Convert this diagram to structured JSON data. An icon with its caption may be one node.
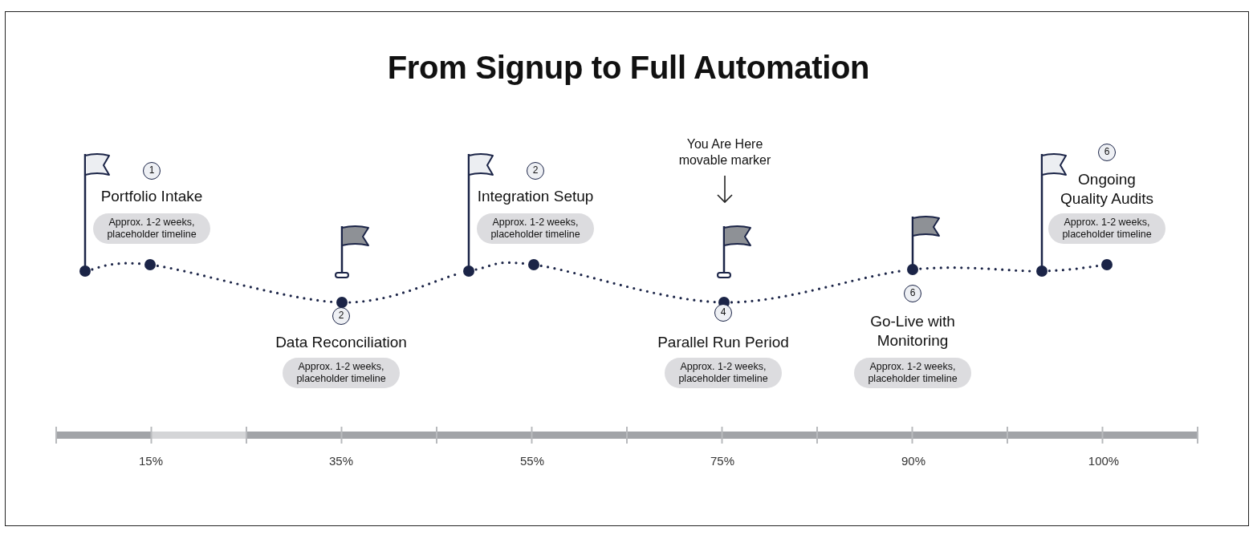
{
  "diagram": {
    "title": "From Signup to Full Automation",
    "nodes": [
      {
        "text": [
          "1"
        ],
        "beside": [
          "Portfolio Intake"
        ]
      },
      {
        "text": [
          "Approx. 1-2 weeks, placeholder timeline"
        ]
      },
      {
        "text": [
          "2"
        ],
        "beside": [
          "Data Reconciliation"
        ]
      },
      {
        "text": [
          "Approx. 1-2 weeks, placeholder timeline"
        ]
      },
      {
        "text": [
          "2"
        ],
        "beside": [
          "Integration Setup"
        ]
      },
      {
        "text": [
          "Approx. 1-2 weeks, placeholder timeline"
        ]
      },
      {
        "text": [
          "4"
        ],
        "beside": [
          "Parallel Run Period"
        ]
      },
      {
        "text": [
          "Approx. 1-2 weeks, placeholder timeline"
        ]
      },
      {
        "text": [
          "6"
        ],
        "beside": [
          "Go-Live with Monitoring"
        ]
      },
      {
        "text": [
          "Approx. 1-2 weeks, placeholder timeline"
        ]
      },
      {
        "text": [
          "6"
        ],
        "beside": [
          "Ongoing Quality Audits"
        ]
      },
      {
        "text": [
          "Approx. 1-2 weeks, placeholder timeline"
        ]
      },
      {
        "text": [],
        "shape": "circle"
      },
      {
        "text": [],
        "shape": "circle"
      },
      {
        "text": [],
        "shape": "circle"
      },
      {
        "text": [],
        "shape": "circle"
      },
      {
        "text": [],
        "shape": "circle"
      },
      {
        "text": [],
        "shape": "circle"
      },
      {
        "text": [],
        "shape": "circle"
      },
      {
        "text": [],
        "shape": "circle"
      },
      {
        "text": [],
        "shape": "circle"
      }
    ],
    "edges": [
      {
        "from": 12,
        "to": 13,
        "arrow": "none",
        "style": "dashed"
      },
      {
        "from": 13,
        "to": 14,
        "arrow": "none",
        "style": "dashed"
      },
      {
        "from": 14,
        "to": 15,
        "arrow": "none",
        "style": "dashed"
      },
      {
        "from": 15,
        "to": 16,
        "arrow": "none",
        "style": "dashed"
      },
      {
        "from": 16,
        "to": 17,
        "arrow": "none",
        "style": "dashed"
      },
      {
        "from": 17,
        "to": 18,
        "arrow": "none",
        "style": "dashed"
      },
      {
        "from": 18,
        "to": 19,
        "arrow": "none",
        "style": "dashed"
      },
      {
        "from": 19,
        "to": 20,
        "arrow": "none",
        "style": "dashed"
      }
    ],
    "labels": [
      "You Are Here movable marker",
      "15%",
      "35%",
      "55%",
      "75%",
      "90%",
      "100%"
    ]
  }
}
